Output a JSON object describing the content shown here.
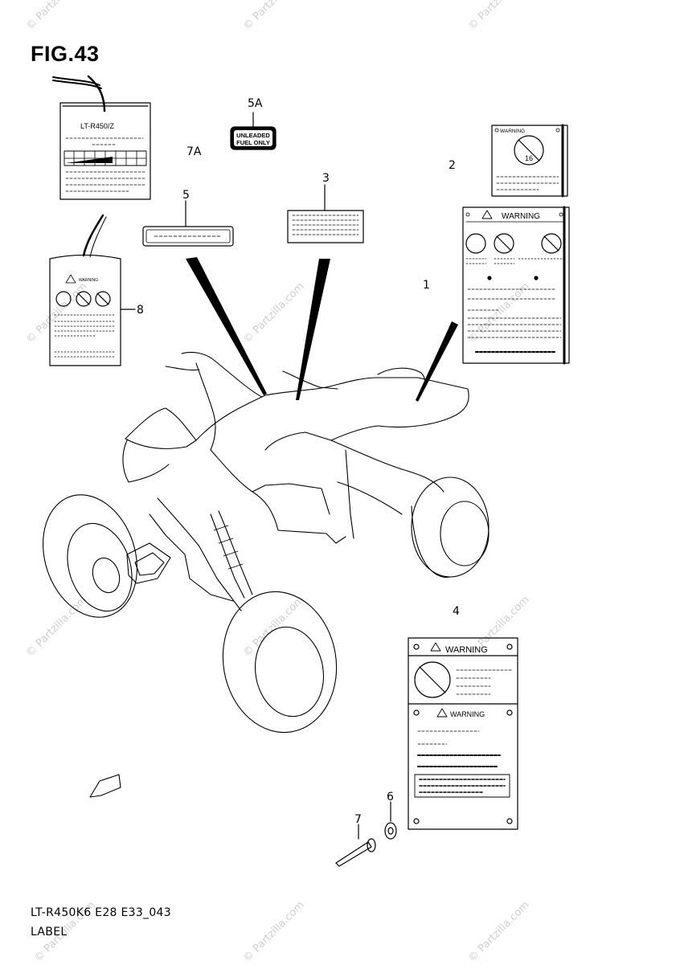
{
  "figure": {
    "title": "FIG.43",
    "code": "LT-R450K6 E28 E33_043",
    "caption": "LABEL"
  },
  "callouts": {
    "p1": "1",
    "p2": "2",
    "p3": "3",
    "p4": "4",
    "p5": "5",
    "p5a": "5A",
    "p6": "6",
    "p7": "7",
    "p7a": "7A",
    "p8": "8"
  },
  "labels": {
    "tag_model": "LT-R450/Z",
    "fuel_line1": "UNLEADED",
    "fuel_line2": "FUEL ONLY",
    "warning": "WARNING",
    "tag8_heading": "WARNING",
    "age_badge": "16"
  },
  "watermark": "© Partzilla.com"
}
